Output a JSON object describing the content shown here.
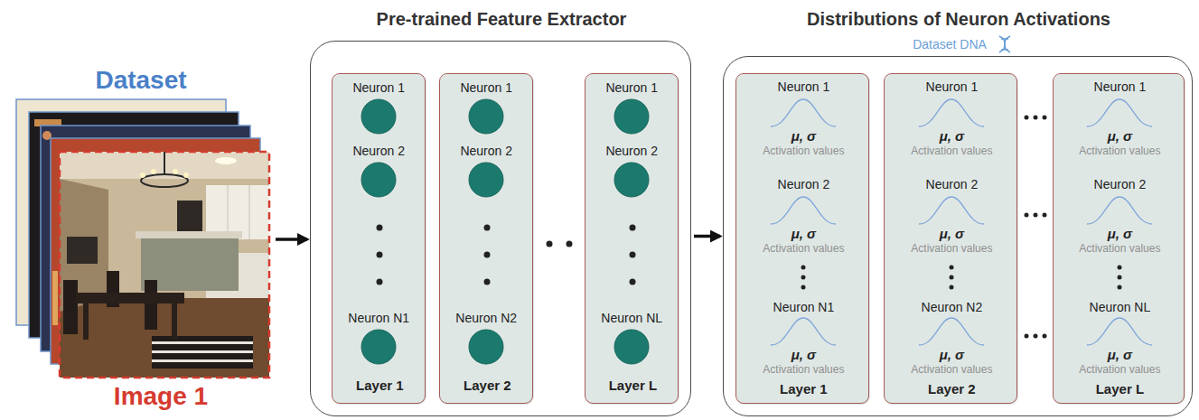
{
  "diagram": {
    "nodes": [
      {
        "text": [
          "Dataset",
          "Image 1"
        ]
      },
      {
        "text": [
          "Pre-trained Feature Extractor"
        ]
      },
      {
        "text": [
          "Layer 1"
        ],
        "in": 1
      },
      {
        "text": [
          "Neuron 1"
        ],
        "in": 2
      },
      {
        "text": [
          "Neuron 2"
        ],
        "in": 2
      },
      {
        "text": [
          "Neuron N1"
        ],
        "in": 2
      },
      {
        "text": [
          "Layer 2"
        ],
        "in": 1
      },
      {
        "text": [
          "Neuron 1"
        ],
        "in": 6
      },
      {
        "text": [
          "Neuron 2"
        ],
        "in": 6
      },
      {
        "text": [
          "Neuron N2"
        ],
        "in": 6
      },
      {
        "text": [
          "Layer L"
        ],
        "in": 1
      },
      {
        "text": [
          "Neuron 1"
        ],
        "in": 10
      },
      {
        "text": [
          "Neuron 2"
        ],
        "in": 10
      },
      {
        "text": [
          "Neuron NL"
        ],
        "in": 10
      },
      {
        "text": [
          "Distributions of Neuron Activations",
          "Dataset DNA"
        ]
      },
      {
        "text": [
          "Neuron 1",
          "μ, σ",
          "Activation values",
          "Neuron 2",
          "μ, σ",
          "Activation values",
          "Neuron N1",
          "μ, σ",
          "Activation values",
          "Layer 1"
        ],
        "in": 14
      },
      {
        "text": [
          "Neuron 1",
          "μ, σ",
          "Activation values",
          "Neuron 2",
          "μ, σ",
          "Activation values",
          "Neuron N2",
          "μ, σ",
          "Activation values",
          "Layer 2"
        ],
        "in": 14
      },
      {
        "text": [
          "Neuron 1",
          "μ, σ",
          "Activation values",
          "Neuron 2",
          "μ, σ",
          "Activation values",
          "Neuron NL",
          "μ, σ",
          "Activation values",
          "Layer L"
        ],
        "in": 14
      }
    ],
    "edges": [
      {
        "from": 0,
        "to": 1,
        "arrow": "to"
      },
      {
        "from": 1,
        "to": 14,
        "arrow": "to"
      }
    ]
  }
}
